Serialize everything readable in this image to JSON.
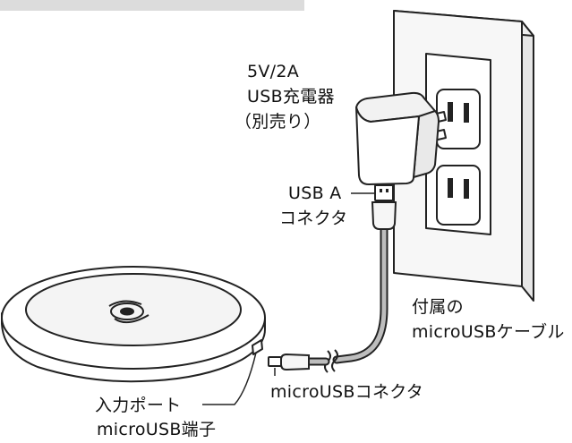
{
  "labels": {
    "charger_spec": "5V/2A",
    "charger_name": "USB充電器",
    "charger_note": "（別売り）",
    "usb_a_line1": "USB A",
    "usb_a_line2": "コネクタ",
    "cable_line1": "付属の",
    "cable_line2": "microUSBケーブル",
    "micro_connector": "microUSBコネクタ",
    "input_port_line1": "入力ポート",
    "input_port_line2": "microUSB端子"
  },
  "icons": {
    "pad_logo": "wireless-charging-logo-icon"
  },
  "colors": {
    "line": "#222222",
    "wall_plate": "#f4f4f4",
    "header_tab": "#dcdcdc",
    "cable": "#bdbdbd"
  }
}
